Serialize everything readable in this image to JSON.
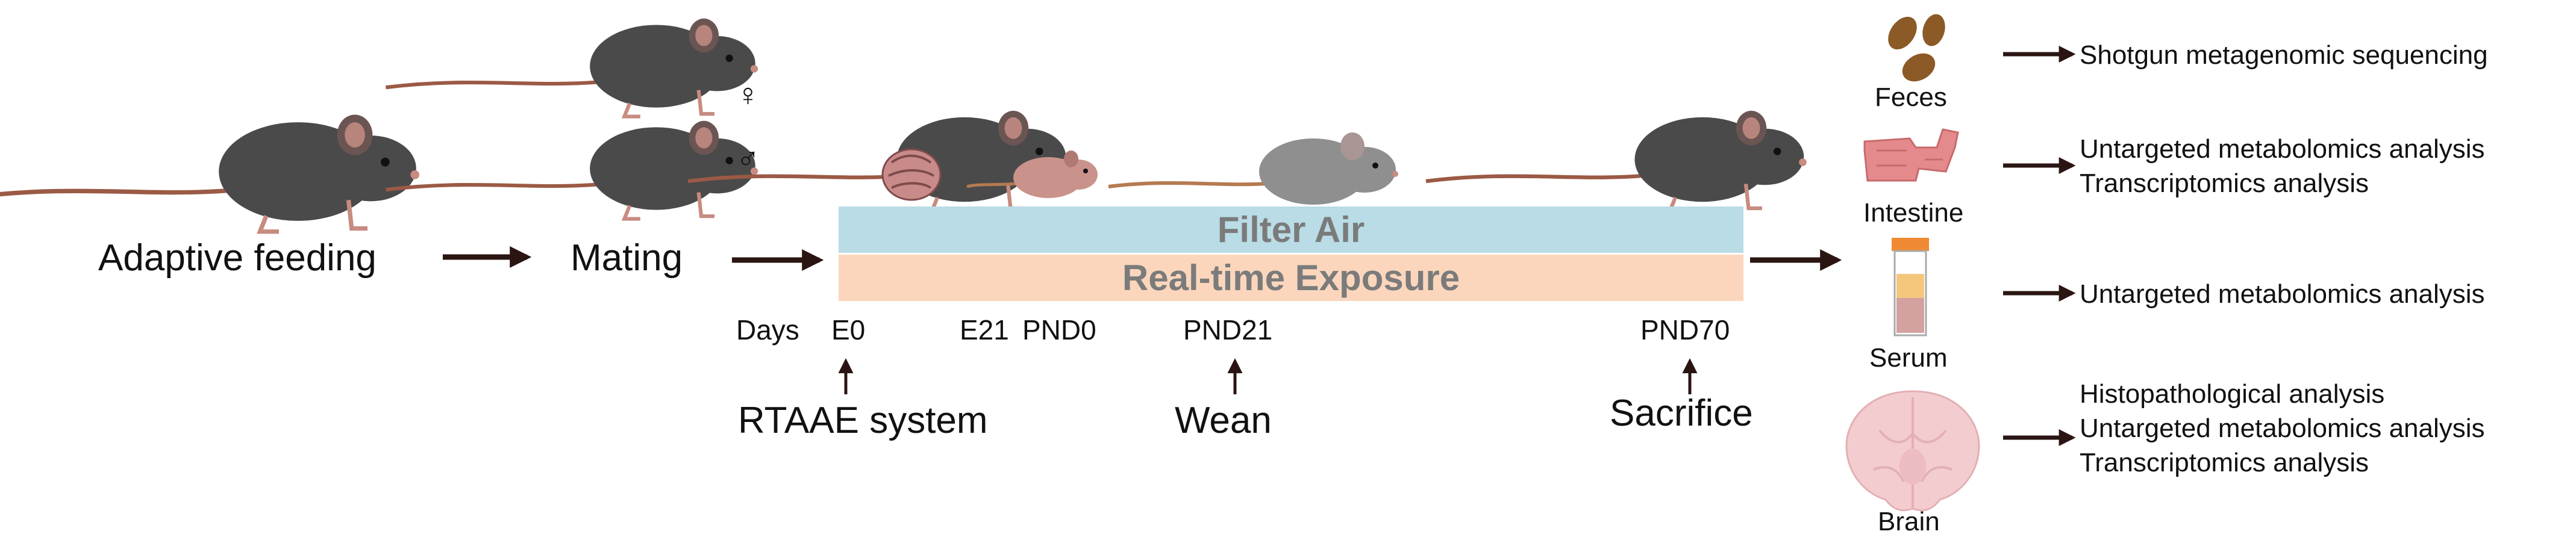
{
  "steps": {
    "adaptive_feeding": "Adaptive feeding",
    "mating": "Mating",
    "female_symbol": "♀",
    "male_symbol": "♂"
  },
  "bars": {
    "filter_air": "Filter Air",
    "exposure": "Real-time Exposure"
  },
  "timeline": {
    "days_label": "Days",
    "e0": "E0",
    "e21": "E21",
    "pnd0": "PND0",
    "pnd21": "PND21",
    "pnd70": "PND70",
    "rtaae": "RTAAE system",
    "wean": "Wean",
    "sacrifice": "Sacrifice"
  },
  "samples": {
    "feces": {
      "label": "Feces",
      "analyses": [
        "Shotgun metagenomic sequencing"
      ]
    },
    "intestine": {
      "label": "Intestine",
      "analyses": [
        "Untargeted metabolomics analysis",
        "Transcriptomics analysis"
      ]
    },
    "serum": {
      "label": "Serum",
      "analyses": [
        "Untargeted metabolomics analysis"
      ]
    },
    "brain": {
      "label": "Brain",
      "analyses": [
        "Histopathological analysis",
        "Untargeted metabolomics analysis",
        "Transcriptomics analysis"
      ]
    }
  },
  "colors": {
    "filter_air_bar": "#b9dce6",
    "exposure_bar": "#fbd6bc",
    "bar_text": "#7b7b7b",
    "arrow": "#2a1512",
    "mouse_body": "#4a4a4a",
    "mouse_pup": "#c9928a",
    "mouse_weanling": "#8f8f8f",
    "intestine": "#e58a8c",
    "feces": "#8b5a26",
    "brain": "#f3cccf"
  }
}
